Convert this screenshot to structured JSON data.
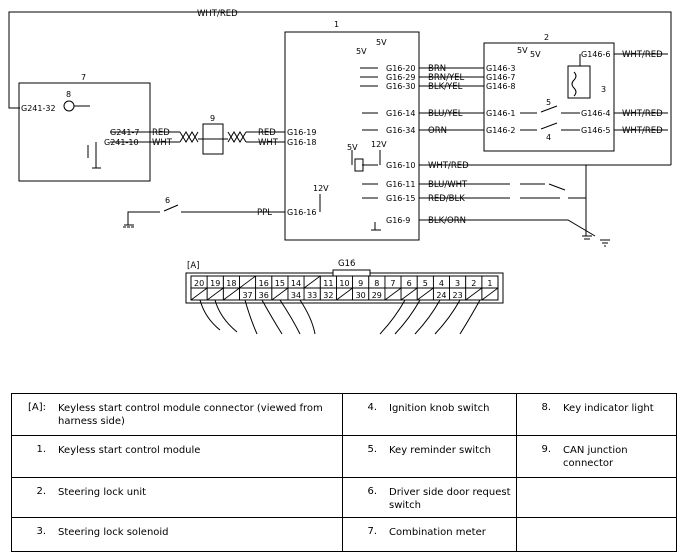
{
  "wires": {
    "top": "WHT/RED",
    "red": "RED",
    "wht": "WHT",
    "brn": "BRN",
    "brn_yel": "BRN/YEL",
    "blk_yel": "BLK/YEL",
    "blu_yel": "BLU/YEL",
    "orn": "ORN",
    "wht_red": "WHT/RED",
    "blu_wht": "BLU/WHT",
    "red_blk": "RED/BLK",
    "blk_orn": "BLK/ORN",
    "ppl": "PPL"
  },
  "components": {
    "c1": "1",
    "c2": "2",
    "c3": "3",
    "c4": "4",
    "c5": "5",
    "c6": "6",
    "c7": "7",
    "c8": "8",
    "c9": "9"
  },
  "voltages": {
    "v5": "5V",
    "v12": "12V"
  },
  "terminals": {
    "g241_32": "G241-32",
    "g241_7": "G241-7",
    "g241_10": "G241-10",
    "g16_20": "G16-20",
    "g16_29": "G16-29",
    "g16_30": "G16-30",
    "g16_14": "G16-14",
    "g16_34": "G16-34",
    "g16_19": "G16-19",
    "g16_18": "G16-18",
    "g16_10": "G16-10",
    "g16_11": "G16-11",
    "g16_15": "G16-15",
    "g16_16": "G16-16",
    "g16_9": "G16-9",
    "g146_3": "G146-3",
    "g146_7": "G146-7",
    "g146_8": "G146-8",
    "g146_1": "G146-1",
    "g146_2": "G146-2",
    "g146_6": "G146-6",
    "g146_4": "G146-4",
    "g146_5": "G146-5"
  },
  "connector": {
    "tag": "[A]",
    "name": "G16",
    "top_row": [
      "20",
      "19",
      "18",
      "",
      "16",
      "15",
      "14",
      "",
      "11",
      "10",
      "9",
      "8",
      "7",
      "6",
      "5",
      "4",
      "3",
      "2",
      "1"
    ],
    "bottom_row": [
      "",
      "",
      "",
      "37",
      "36",
      "",
      "34",
      "33",
      "32",
      "",
      "30",
      "29",
      "",
      "",
      "",
      "24",
      "23",
      "",
      ""
    ]
  },
  "legend": [
    [
      {
        "key": "[A]:",
        "text": "Keyless start control module connector (viewed from harness side)"
      },
      {
        "key": "4.",
        "text": "Ignition knob switch"
      },
      {
        "key": "8.",
        "text": "Key indicator light"
      }
    ],
    [
      {
        "key": "1.",
        "text": "Keyless start control module"
      },
      {
        "key": "5.",
        "text": "Key reminder switch"
      },
      {
        "key": "9.",
        "text": "CAN junction connector"
      }
    ],
    [
      {
        "key": "2.",
        "text": "Steering lock unit"
      },
      {
        "key": "6.",
        "text": "Driver side door request switch"
      },
      {
        "key": "",
        "text": ""
      }
    ],
    [
      {
        "key": "3.",
        "text": "Steering lock solenoid"
      },
      {
        "key": "7.",
        "text": "Combination meter"
      },
      {
        "key": "",
        "text": ""
      }
    ]
  ]
}
